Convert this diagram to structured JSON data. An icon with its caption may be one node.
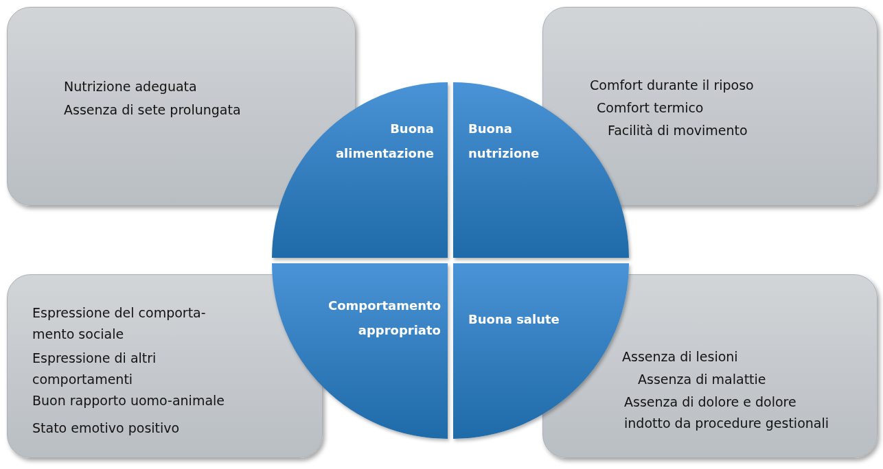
{
  "diagram": {
    "nodes": [
      {
        "text": [
          "Nutrizione adeguata",
          "Assenza di sete prolungata"
        ]
      },
      {
        "text": [
          "Comfort durante il riposo",
          "Comfort termico",
          "Facilità di movimento"
        ]
      },
      {
        "text": [
          "Espressione del comporta-mento sociale",
          "Espressione di altri comportamenti",
          "Buon rapporto uomo-animale",
          "Stato emotivo positivo"
        ]
      },
      {
        "text": [
          "Assenza di lesioni",
          "Assenza di malattie",
          "Assenza di dolore e dolore indotto da procedure gestionali"
        ]
      },
      {
        "text": [
          "Buona alimentazione"
        ]
      },
      {
        "text": [
          "Buona nutrizione"
        ]
      },
      {
        "text": [
          "Comportamento appropriato"
        ]
      },
      {
        "text": [
          "Buona salute"
        ]
      }
    ]
  }
}
